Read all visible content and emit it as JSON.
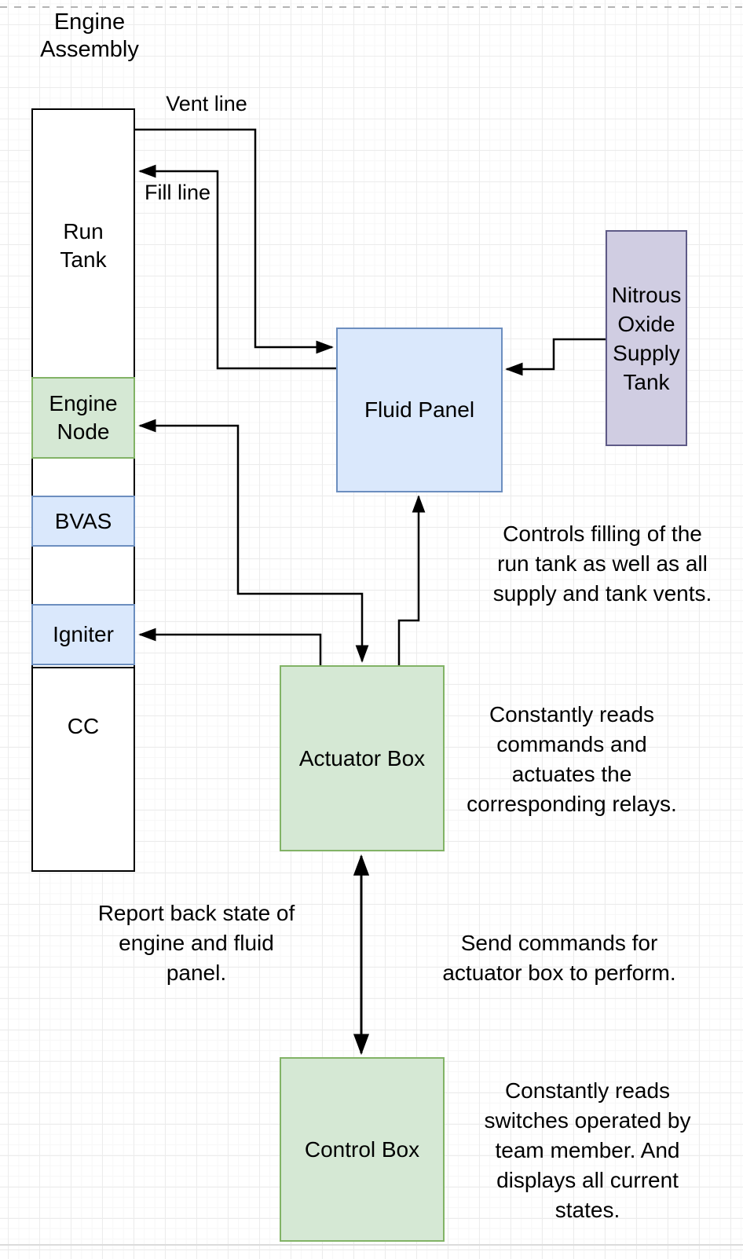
{
  "diagram_title": {
    "lines": [
      "Engine",
      "Assembly"
    ]
  },
  "nodes": {
    "run_tank": {
      "label_lines": [
        "Run",
        "Tank"
      ]
    },
    "engine_node": {
      "label_lines": [
        "Engine",
        "Node"
      ]
    },
    "bvas": {
      "label": "BVAS"
    },
    "igniter": {
      "label": "Igniter"
    },
    "cc": {
      "label": "CC"
    },
    "fluid_panel": {
      "label": "Fluid Panel"
    },
    "nitrous_tank": {
      "label_lines": [
        "Nitrous",
        "Oxide",
        "Supply",
        "Tank"
      ]
    },
    "actuator_box": {
      "label": "Actuator Box"
    },
    "control_box": {
      "label": "Control Box"
    }
  },
  "edge_labels": {
    "vent_line": "Vent line",
    "fill_line": "Fill line"
  },
  "annotations": {
    "fluid_panel_note_lines": [
      "Controls filling of the",
      "run tank as well as all",
      "supply and tank vents."
    ],
    "actuator_note_lines": [
      "Constantly reads",
      "commands and",
      "actuates the",
      "corresponding relays."
    ],
    "report_note_lines": [
      "Report back state of",
      "engine and fluid",
      "panel."
    ],
    "send_note_lines": [
      "Send commands for",
      "actuator box to perform."
    ],
    "control_note_lines": [
      "Constantly reads",
      "switches operated by",
      "team member. And",
      "displays all current",
      "states."
    ]
  },
  "colors": {
    "green_fill": "#d5e8d4",
    "green_stroke": "#82b366",
    "blue_fill": "#dae8fc",
    "blue_stroke": "#6c8ebf",
    "purple_fill": "#d0cde2",
    "purple_stroke": "#5e5a87",
    "connector": "#000000",
    "page_boundary_dashed": "#b3b3b3",
    "page_boundary_bottom": "#dcdcdc",
    "grid": "#ececec"
  }
}
